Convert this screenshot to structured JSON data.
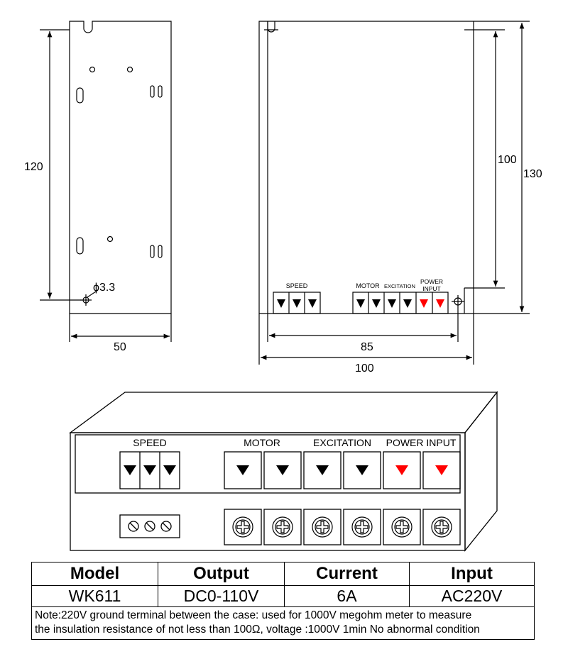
{
  "side_view": {
    "height_dim": "120",
    "hole_dim": "ϕ3.3",
    "width_dim": "50"
  },
  "front_view": {
    "inner_height_dim": "100",
    "outer_height_dim": "130",
    "hole_spacing_dim": "85",
    "width_dim": "100",
    "labels": {
      "speed": "SPEED",
      "motor": "MOTOR",
      "excitation": "EXCITATION",
      "power_line1": "POWER",
      "power_line2": "INPUT"
    }
  },
  "iso_view": {
    "labels": {
      "speed": "SPEED",
      "motor": "MOTOR",
      "excitation": "EXCITATION",
      "power_input": "POWER INPUT"
    }
  },
  "colors": {
    "line": "#000000",
    "power_arrow": "#ff0000"
  },
  "spec_table": {
    "headers": [
      "Model",
      "Output",
      "Current",
      "Input"
    ],
    "values": [
      "WK611",
      "DC0-110V",
      "6A",
      "AC220V"
    ],
    "note_line1": "Note:220V ground terminal between the case: used for 1000V megohm meter to measure",
    "note_line2": "the insulation resistance of not less than 100Ω, voltage :1000V 1min No abnormal condition"
  }
}
